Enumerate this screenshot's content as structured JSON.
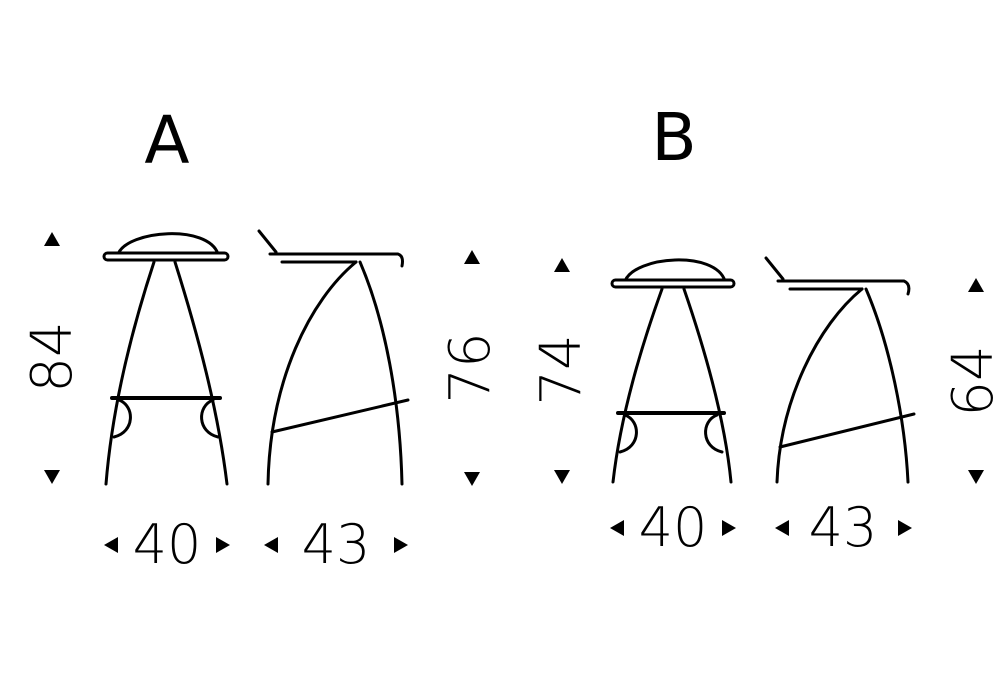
{
  "variants": [
    {
      "label": "A",
      "height_front": "84",
      "height_side": "76",
      "width_front": "40",
      "width_side": "43"
    },
    {
      "label": "B",
      "height_front": "74",
      "height_side": "64",
      "width_front": "40",
      "width_side": "43"
    }
  ],
  "colors": {
    "line": "#000000",
    "background": "#ffffff"
  }
}
